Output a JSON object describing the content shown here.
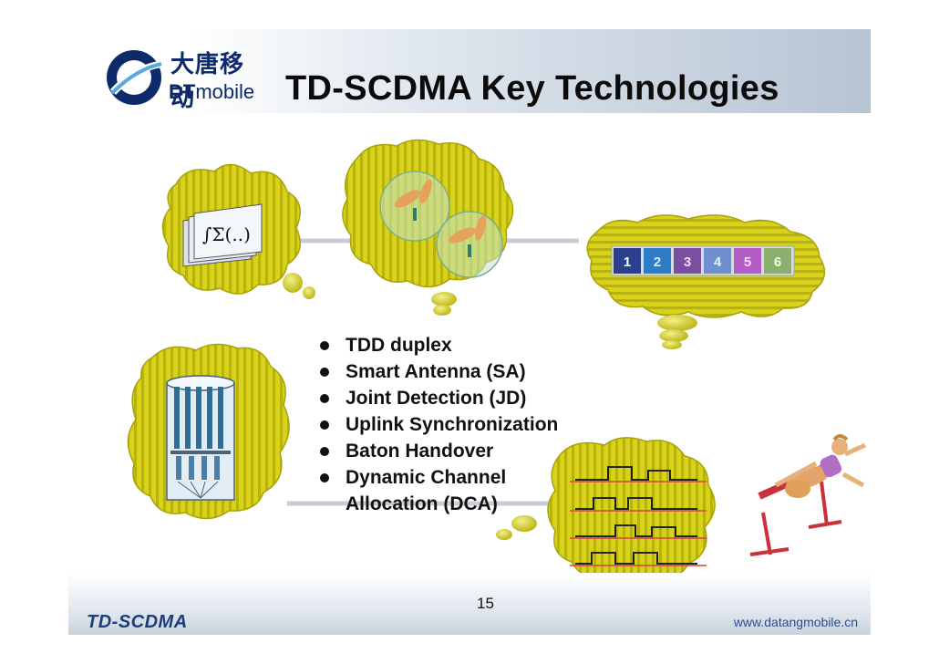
{
  "header": {
    "title": "TD-SCDMA Key Technologies"
  },
  "logo": {
    "chinese_name": "大唐移动",
    "english_bold": "DT",
    "english_light": "mobile"
  },
  "formula": {
    "text": "∫Σ(..)"
  },
  "timeslots": {
    "labels": [
      "1",
      "2",
      "3",
      "4",
      "5",
      "6"
    ],
    "colors": [
      "#2b3f8c",
      "#2e7bc6",
      "#7a4fa0",
      "#6f8fcf",
      "#b45cc8",
      "#8bb06d"
    ]
  },
  "bullets": [
    "TDD duplex",
    "Smart Antenna (SA)",
    "Joint Detection (JD)",
    "Uplink Synchronization",
    "Baton Handover",
    "Dynamic Channel",
    "Allocation (DCA)"
  ],
  "footer": {
    "brand": "TD-SCDMA",
    "url": "www.datangmobile.cn",
    "page_number": "15"
  },
  "colors": {
    "cloud_fill": "#d8d21a",
    "cloud_stripe": "#b7b20f",
    "brand_blue": "#0d2a6b"
  }
}
